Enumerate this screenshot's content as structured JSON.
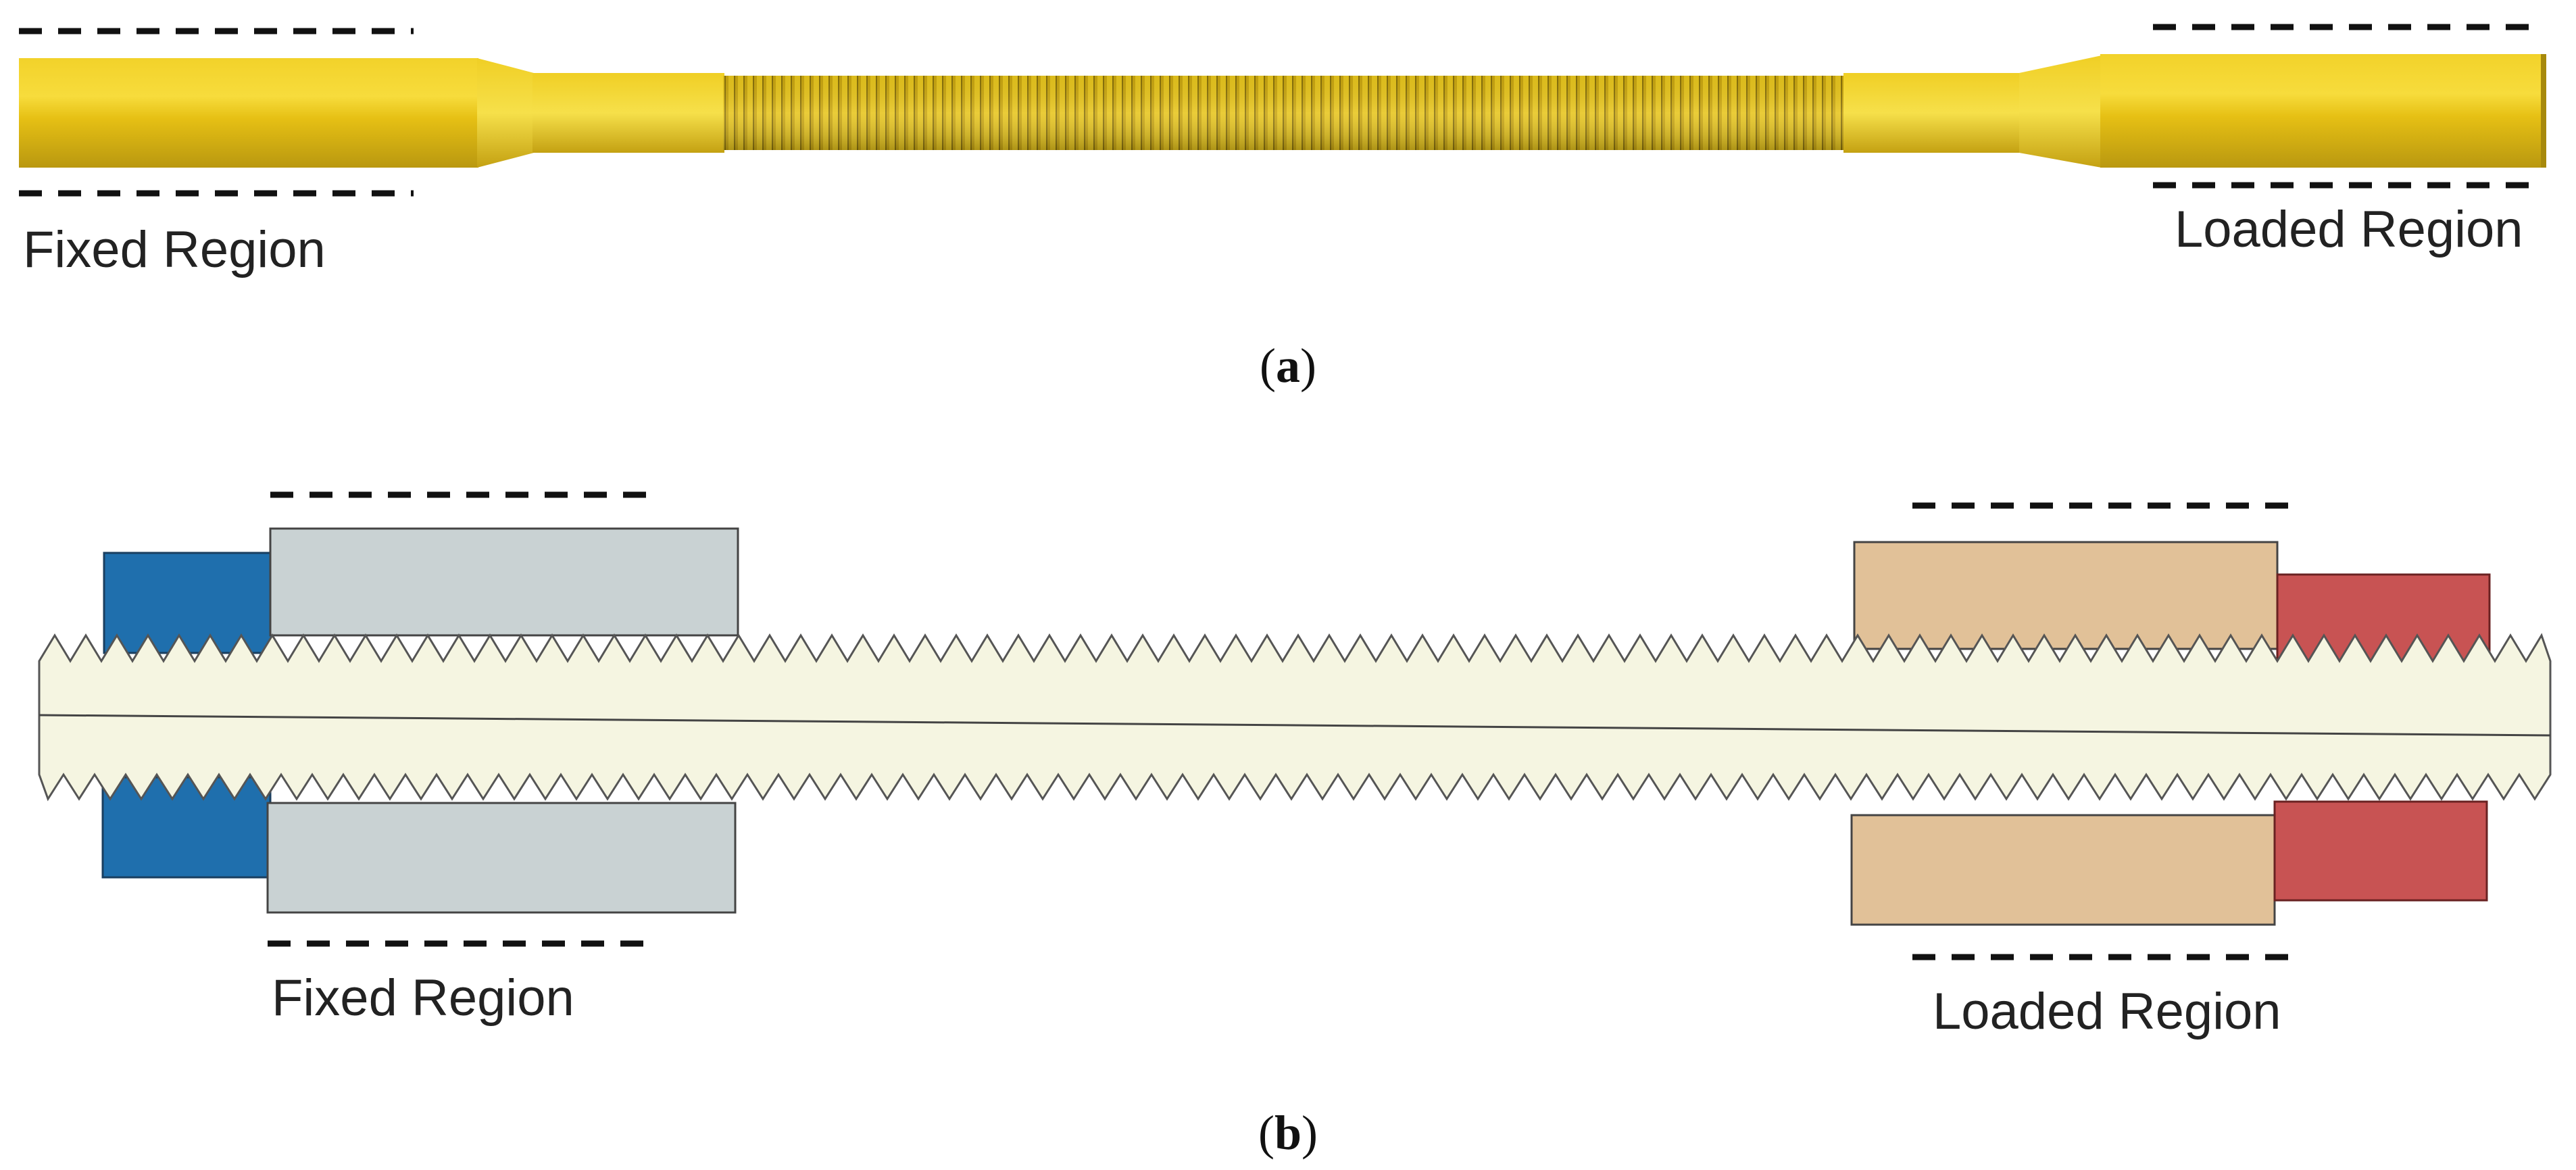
{
  "panel_a": {
    "fixed_label": "Fixed Region",
    "loaded_label": "Loaded Region",
    "caption_letter": "a"
  },
  "panel_b": {
    "fixed_label": "Fixed Region",
    "loaded_label": "Loaded Region",
    "caption_letter": "b"
  },
  "colors": {
    "specimen_gold": "#e8c21a",
    "thread_shaft": "#f5f5e1",
    "fixed_nut": "#1f6fad",
    "fixed_grip": "#c9d2d3",
    "loaded_grip": "#e1c198",
    "loaded_nut": "#c85353"
  }
}
